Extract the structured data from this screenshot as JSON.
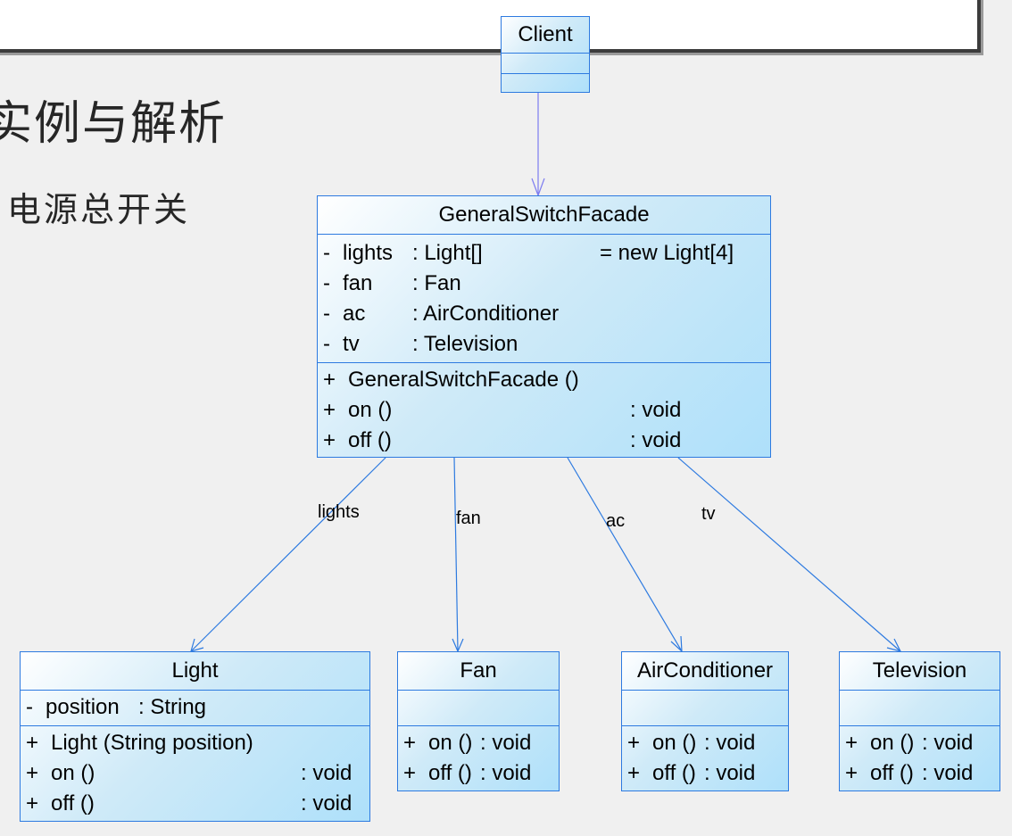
{
  "slide": {
    "title": "实例与解析",
    "subtitle": "电源总开关"
  },
  "colors": {
    "class_border": "#2d7ae0",
    "client_link": "#7c7cf0",
    "association": "#2d7ae0"
  },
  "classes": {
    "client": {
      "name": "Client"
    },
    "facade": {
      "name": "GeneralSwitchFacade",
      "attributes": [
        {
          "vis": "-",
          "name": "lights",
          "type": ": Light[]",
          "init": "= new Light[4]"
        },
        {
          "vis": "-",
          "name": "fan",
          "type": ": Fan",
          "init": ""
        },
        {
          "vis": "-",
          "name": "ac",
          "type": ": AirConditioner",
          "init": ""
        },
        {
          "vis": "-",
          "name": "tv",
          "type": ": Television",
          "init": ""
        }
      ],
      "operations": [
        {
          "vis": "+",
          "name": "GeneralSwitchFacade ()",
          "ret": ""
        },
        {
          "vis": "+",
          "name": "on ()",
          "ret": ": void"
        },
        {
          "vis": "+",
          "name": "off ()",
          "ret": ": void"
        }
      ]
    },
    "light": {
      "name": "Light",
      "attributes": [
        {
          "vis": "-",
          "name": "position",
          "type": ": String"
        }
      ],
      "operations": [
        {
          "vis": "+",
          "name": "Light (String position)",
          "ret": ""
        },
        {
          "vis": "+",
          "name": "on ()",
          "ret": ": void"
        },
        {
          "vis": "+",
          "name": "off ()",
          "ret": ": void"
        }
      ]
    },
    "fan": {
      "name": "Fan",
      "operations": [
        {
          "vis": "+",
          "name": "on ()",
          "ret": ": void"
        },
        {
          "vis": "+",
          "name": "off ()",
          "ret": ": void"
        }
      ]
    },
    "airconditioner": {
      "name": "AirConditioner",
      "operations": [
        {
          "vis": "+",
          "name": "on ()",
          "ret": ": void"
        },
        {
          "vis": "+",
          "name": "off ()",
          "ret": ": void"
        }
      ]
    },
    "television": {
      "name": "Television",
      "operations": [
        {
          "vis": "+",
          "name": "on ()",
          "ret": ": void"
        },
        {
          "vis": "+",
          "name": "off ()",
          "ret": ": void"
        }
      ]
    }
  },
  "associations": {
    "lights": "lights",
    "fan": "fan",
    "ac": "ac",
    "tv": "tv"
  }
}
